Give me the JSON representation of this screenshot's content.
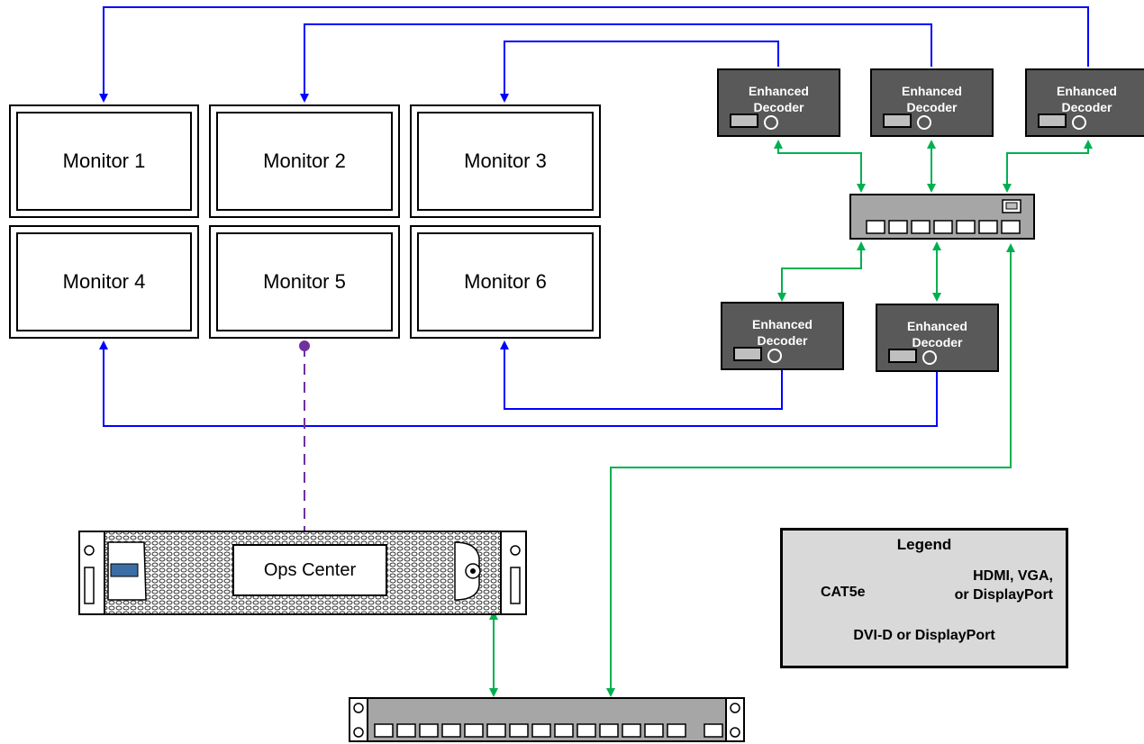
{
  "monitors": [
    {
      "label": "Monitor 1"
    },
    {
      "label": "Monitor 2"
    },
    {
      "label": "Monitor 3"
    },
    {
      "label": "Monitor 4"
    },
    {
      "label": "Monitor 5"
    },
    {
      "label": "Monitor 6"
    }
  ],
  "decoders": [
    {
      "line1": "Enhanced",
      "line2": "Decoder"
    },
    {
      "line1": "Enhanced",
      "line2": "Decoder"
    },
    {
      "line1": "Enhanced",
      "line2": "Decoder"
    },
    {
      "line1": "Enhanced",
      "line2": "Decoder"
    },
    {
      "line1": "Enhanced",
      "line2": "Decoder"
    }
  ],
  "ops_center": {
    "label": "Ops Center"
  },
  "legend": {
    "title": "Legend",
    "cat5e": "CAT5e",
    "hdmi_line1": "HDMI, VGA,",
    "hdmi_line2": "or DisplayPort",
    "dvi": "DVI-D or DisplayPort"
  },
  "colors": {
    "cat5e": "#00b050",
    "hdmi": "#0000ff",
    "dvi": "#7030a0",
    "decoder": "#595959",
    "legend_bg": "#d9d9d9"
  }
}
